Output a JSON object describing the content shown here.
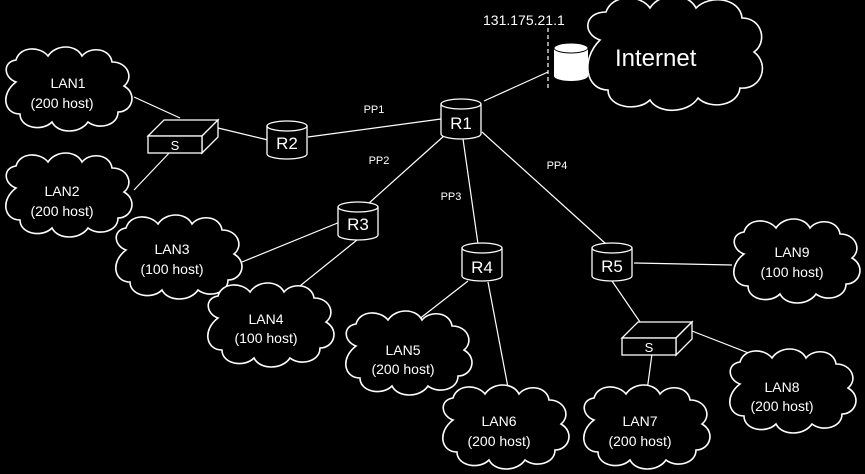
{
  "internet": {
    "label": "Internet",
    "ip": "131.175.21.1"
  },
  "routers": {
    "r1": "R1",
    "r2": "R2",
    "r3": "R3",
    "r4": "R4",
    "r5": "R5"
  },
  "switches": {
    "s1": "S",
    "s2": "S"
  },
  "links": {
    "pp1": "PP1",
    "pp2": "PP2",
    "pp3": "PP3",
    "pp4": "PP4"
  },
  "lans": {
    "lan1": {
      "name": "LAN1",
      "hosts": "(200 host)"
    },
    "lan2": {
      "name": "LAN2",
      "hosts": "(200 host)"
    },
    "lan3": {
      "name": "LAN3",
      "hosts": "(100 host)"
    },
    "lan4": {
      "name": "LAN4",
      "hosts": "(100 host)"
    },
    "lan5": {
      "name": "LAN5",
      "hosts": "(200 host)"
    },
    "lan6": {
      "name": "LAN6",
      "hosts": "(200 host)"
    },
    "lan7": {
      "name": "LAN7",
      "hosts": "(200 host)"
    },
    "lan8": {
      "name": "LAN8",
      "hosts": "(200 host)"
    },
    "lan9": {
      "name": "LAN9",
      "hosts": "(100 host)"
    }
  }
}
